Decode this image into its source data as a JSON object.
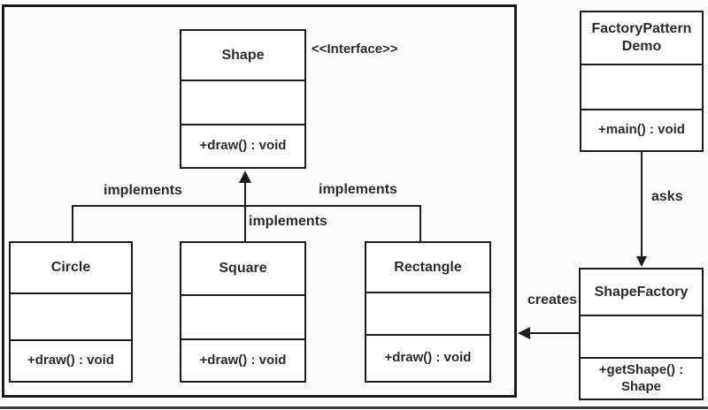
{
  "diagram": {
    "stereotype_note": "<<Interface>>",
    "classes": {
      "shape": {
        "name": "Shape",
        "methods": "+draw() : void"
      },
      "circle": {
        "name": "Circle",
        "methods": "+draw() : void"
      },
      "square": {
        "name": "Square",
        "methods": "+draw() : void"
      },
      "rectangle": {
        "name": "Rectangle",
        "methods": "+draw() : void"
      },
      "factory_pattern_demo": {
        "name": "FactoryPattern Demo",
        "methods": "+main() : void"
      },
      "shape_factory": {
        "name": "ShapeFactory",
        "methods": "+getShape() : Shape"
      }
    },
    "relationship_labels": {
      "implements_left": "implements",
      "implements_middle": "implements",
      "implements_right": "implements",
      "asks": "asks",
      "creates": "creates"
    },
    "colors": {
      "line": "#1b1b1b",
      "text": "#2b2b2b",
      "background": "#fcfcfc",
      "box_fill": "#ffffff"
    }
  }
}
